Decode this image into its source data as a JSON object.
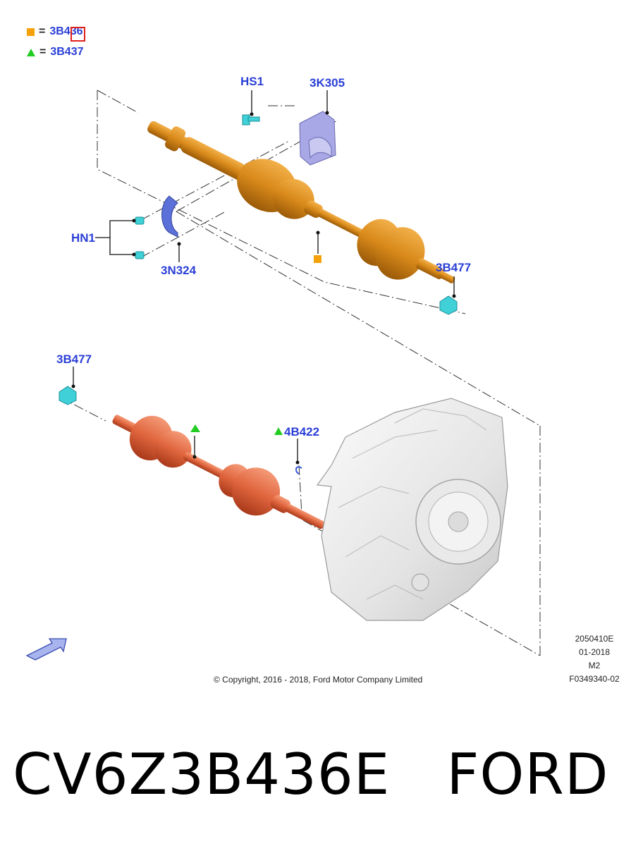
{
  "legend": {
    "items": [
      {
        "symbol": "square",
        "color": "#f5a20a",
        "equals": "=",
        "code": "3B436"
      },
      {
        "symbol": "triangle",
        "color": "#22cc22",
        "equals": "=",
        "code": "3B437"
      }
    ]
  },
  "callouts": {
    "hs1": "HS1",
    "k305": "3K305",
    "hn1": "HN1",
    "n324": "3N324",
    "b477_upper": "3B477",
    "b477_lower": "3B477",
    "b422": "4B422"
  },
  "meta": {
    "number": "2050410E",
    "date": "01-2018",
    "rev": "M2",
    "figure": "F0349340-02"
  },
  "copyright": "© Copyright, 2016 - 2018, Ford Motor Company Limited",
  "part_banner": {
    "part_number": "CV6Z3B436E",
    "brand": "FORD"
  },
  "colors": {
    "callout_blue": "#2a3fd6",
    "shaft_orange": "#d98a1a",
    "shaft_red": "#e0663e",
    "bracket_lavender": "#a8a8e6",
    "clip_blue": "#5b70d8",
    "nut_cyan": "#3fd0d8",
    "highlight_red": "#e0201c"
  },
  "icons": [
    "front-direction-arrow-icon",
    "orange-square-marker-icon",
    "green-triangle-marker-icon"
  ]
}
